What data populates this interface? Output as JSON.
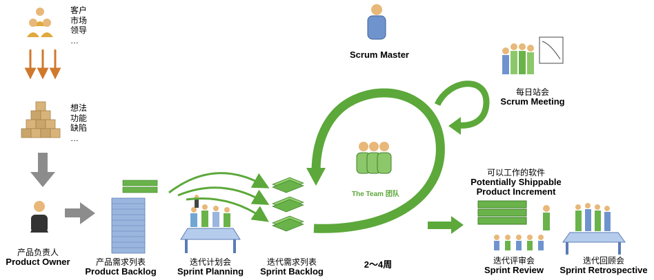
{
  "stakeholders": [
    "客户",
    "市场",
    "领导",
    "…"
  ],
  "inputs": [
    "想法",
    "功能",
    "缺陷",
    "…"
  ],
  "product_owner": {
    "cn": "产品负责人",
    "en": "Product Owner"
  },
  "product_backlog": {
    "cn": "产品需求列表",
    "en": "Product Backlog"
  },
  "sprint_planning": {
    "cn": "迭代计划会",
    "en": "Sprint Planning"
  },
  "sprint_backlog": {
    "cn": "迭代需求列表",
    "en": "Sprint Backlog"
  },
  "scrum_master": "Scrum Master",
  "scrum_meeting": {
    "cn": "每日站会",
    "en": "Scrum Meeting"
  },
  "team": {
    "en": "The Team",
    "cn": "团队"
  },
  "duration": "2～4周",
  "increment": {
    "cn": "可以工作的软件",
    "en1": "Potentially Shippable",
    "en2": "Product Increment"
  },
  "sprint_review": {
    "cn": "迭代评审会",
    "en": "Sprint Review"
  },
  "sprint_retrospective": {
    "cn": "迭代回顾会",
    "en": "Sprint Retrospective"
  },
  "colors": {
    "green": "#5ca83a",
    "orange": "#d0782c",
    "gray": "#8c8c8c",
    "blue": "#6e93c9",
    "box": "#c9a56b"
  }
}
